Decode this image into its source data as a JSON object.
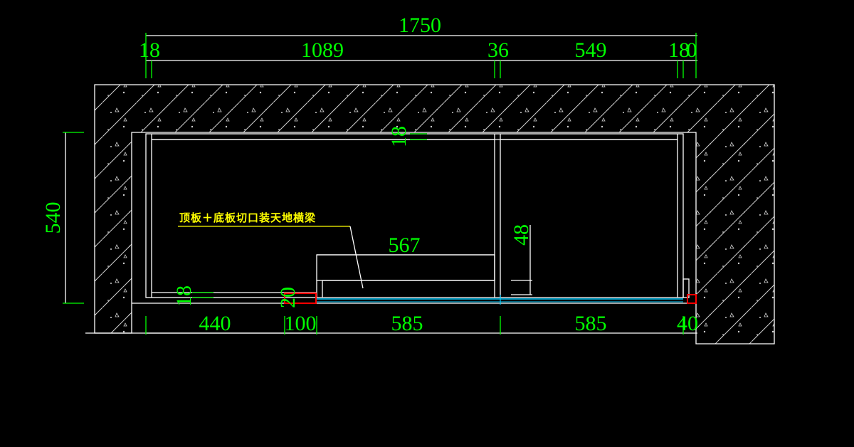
{
  "drawing": {
    "overall_width": "1750",
    "top_dimensions": [
      "18",
      "1089",
      "36",
      "549",
      "18",
      "0"
    ],
    "height_dimension": "540",
    "bottom_dimensions": [
      "440",
      "100",
      "585",
      "585",
      "40"
    ],
    "inner_dimensions": {
      "board_top": "18",
      "board_bottom": "18",
      "bottom_small": "20",
      "beam_width": "567",
      "beam_height": "48"
    },
    "annotation": "顶板＋底板切口装天地横梁",
    "colors": {
      "background": "#000000",
      "dimension": "#00ff00",
      "outline": "#ffffff",
      "annotation": "#ffff00",
      "glass": "#00ccff",
      "marker": "#ff0000"
    }
  }
}
